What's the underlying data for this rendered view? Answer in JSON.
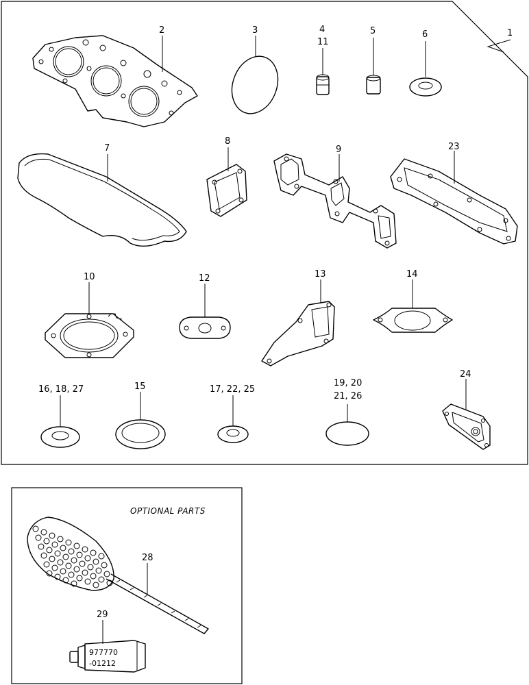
{
  "labels": {
    "l1": "1",
    "l2": "2",
    "l3": "3",
    "l4": "4",
    "l11": "11",
    "l5": "5",
    "l6": "6",
    "l7": "7",
    "l8": "8",
    "l9": "9",
    "l23": "23",
    "l10": "10",
    "l12": "12",
    "l13": "13",
    "l14": "14",
    "l16_18_27": "16, 18, 27",
    "l15": "15",
    "l17_22_25": "17, 22, 25",
    "l19_20": "19, 20",
    "l21_26": "21, 26",
    "l24": "24",
    "l28": "28",
    "l29": "29"
  },
  "optional": {
    "title": "OPTIONAL PARTS",
    "tube_line1": "977770",
    "tube_line2": "-01212"
  }
}
